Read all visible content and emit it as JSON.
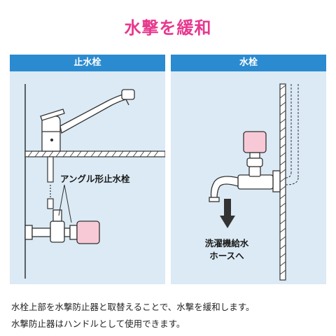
{
  "title": "水撃を緩和",
  "left_panel": {
    "header": "止水栓",
    "callout_label": "アングル形止水栓"
  },
  "right_panel": {
    "header": "水栓",
    "arrow_label_line1": "洗濯機給水",
    "arrow_label_line2": "ホースへ"
  },
  "caption": {
    "line1": "水栓上部を水撃防止器と取替えることで、水撃を緩和します。",
    "line2": "水撃防止器はハンドルとして使用できます。"
  },
  "colors": {
    "title": "#e8388e",
    "header_bg": "#2b8bd0",
    "panel_bg": "#dbeaf4",
    "device_pink": "#f7c9d6"
  }
}
